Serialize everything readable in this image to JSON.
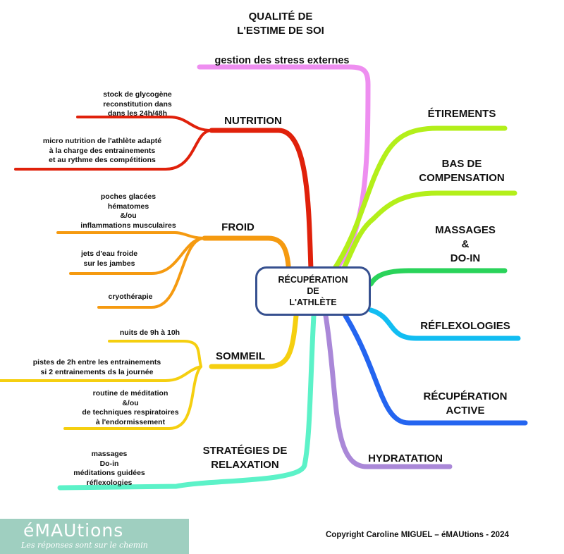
{
  "center": "RÉCUPÉRATION\nDE\nL'ATHLÈTE",
  "top_title": "QUALITÉ DE\nL'ESTIME DE SOI",
  "colors": {
    "pink": "#ee8ef0",
    "red": "#e0210b",
    "orange": "#f59a10",
    "yellow": "#f5cf10",
    "mint": "#5cf2c8",
    "lime": "#b3ef1a",
    "green": "#2ad35a",
    "cyan": "#12bdf2",
    "blue": "#2465f0",
    "purple": "#aa88d8",
    "border": "#36508f"
  },
  "branches": {
    "stress": "gestion des stress externes",
    "nutrition": {
      "label": "NUTRITION",
      "items": [
        "stock de glycogène\nreconstitution dans\ndans les 24h/48h",
        "micro nutrition de l'athlète adapté\nà la charge des entrainements\net au rythme des compétitions"
      ]
    },
    "froid": {
      "label": "FROID",
      "items": [
        "poches glacées\nhématomes\n&/ou\ninflammations musculaires",
        "jets d'eau froide\nsur les jambes",
        "cryothérapie"
      ]
    },
    "sommeil": {
      "label": "SOMMEIL",
      "items": [
        "nuits de 9h à 10h",
        "pistes de 2h entre les entrainements\nsi 2 entrainements ds la journée",
        "routine de méditation\n&/ou\nde techniques respiratoires\nà l'endormissement"
      ]
    },
    "relaxation": {
      "label": "STRATÉGIES DE\nRELAXATION",
      "items": [
        "massages\nDo-in\nméditations guidées\nréflexologies"
      ]
    },
    "etirements": "ÉTIREMENTS",
    "bas": "BAS DE\nCOMPENSATION",
    "massages": "MASSAGES\n&\nDO-IN",
    "reflexologies": "RÉFLEXOLOGIES",
    "recuperation_active": "RÉCUPÉRATION\nACTIVE",
    "hydratation": "HYDRATATION"
  },
  "logo": {
    "name": "éMAUtions",
    "tagline": "Les réponses sont sur le chemin"
  },
  "copyright": "Copyright Caroline MIGUEL – éMAUtions - 2024"
}
